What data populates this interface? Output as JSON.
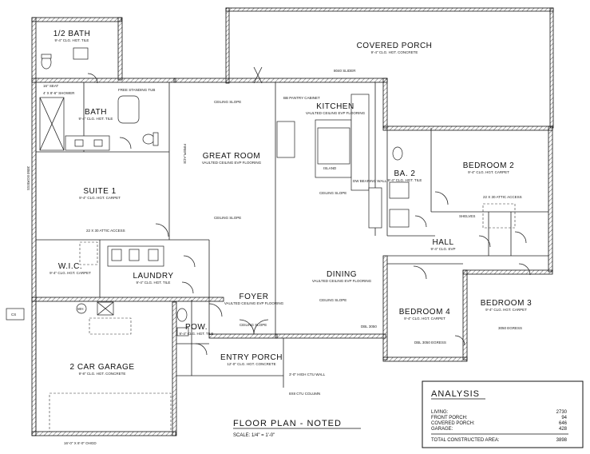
{
  "title": "FLOOR PLAN - NOTED",
  "scale": "SCALE: 1/4\" = 1'-0\"",
  "rooms": {
    "half_bath": {
      "name": "1/2 BATH",
      "note": "9'-4\" CLG. HGT. TILE"
    },
    "bath": {
      "name": "BATH",
      "note": "9'-4\" CLG. HGT. TILE"
    },
    "suite": {
      "name": "SUITE 1",
      "note": "9'-4\" CLG. HGT. CARPET"
    },
    "wic": {
      "name": "W.I.C.",
      "note": "9'-4\" CLG. HGT. CARPET"
    },
    "laundry": {
      "name": "LAUNDRY",
      "note": "9'-4\" CLG. HGT. TILE"
    },
    "great_room": {
      "name": "GREAT ROOM",
      "note": "VAULTED CEILING EVP FLOORING"
    },
    "kitchen": {
      "name": "KITCHEN",
      "note": "VAULTED CEILING EVP FLOORING"
    },
    "covered_porch": {
      "name": "COVERED PORCH",
      "note": "9'-4\" CLG. HGT. CONCRETE"
    },
    "ba2": {
      "name": "BA. 2",
      "note": "9'-4\" CLG. HGT. TILE"
    },
    "bedroom2": {
      "name": "BEDROOM 2",
      "note": "9'-4\" CLG. HGT. CARPET"
    },
    "hall": {
      "name": "HALL",
      "note": "9'-4\" CLG. EVP"
    },
    "bedroom3": {
      "name": "BEDROOM 3",
      "note": "9'-4\" CLG. HGT. CARPET"
    },
    "bedroom4": {
      "name": "BEDROOM 4",
      "note": "9'-4\" CLG. HGT. CARPET"
    },
    "dining": {
      "name": "DINING",
      "note": "VAULTED CEILING EVP FLOORING"
    },
    "foyer": {
      "name": "FOYER",
      "note": "VAULTED CEILING EVP FLOORING"
    },
    "pow": {
      "name": "POW.",
      "note": "9'-4\" CLG. HGT. TILE"
    },
    "entry_porch": {
      "name": "ENTRY PORCH",
      "note": "12'-0\" CLG. HGT. CONCRETE"
    },
    "garage": {
      "name": "2 CAR GARAGE",
      "note": "9'-8\" CLG. HGT. CONCRETE"
    }
  },
  "notes": {
    "ceiling_slope_1": "CEILING SLOPE",
    "ceiling_slope_2": "CEILING SLOPE",
    "ceiling_slope_3": "CEILING SLOPE",
    "ceiling_slope_4": "CEILING SLOPE",
    "ceiling_slope_5": "CEILING SLOPE",
    "fireplace": "FIREPLACE",
    "attic_access_1": "22 X 30 ATTIC ACCESS",
    "attic_access_2": "22 X 30 ATTIC ACCESS",
    "pantry": "BB PANTRY CABINET",
    "slider": "8040 SLIDER",
    "island": "ISLAND",
    "bearing_wall": "DW BEARING WALL",
    "shelves": "SHELVES",
    "freestanding_tub": "FREE STANDING TUB",
    "shower": "4' X 8'-6\" SHOWER",
    "seat": "16\" SEAT",
    "garage_door": "16'-0\" X 8'-0\" OHGD",
    "wall_height": "3'-0\" HIGH CTU WALL",
    "column": "8X8 CTU COLUMN",
    "cs": "CS",
    "wh": "WH",
    "egress_1": "3050 EGRESS",
    "egress_2": "3050 EGRESS",
    "egress_3": "DBL 3050 EGRESS",
    "dbl_3050": "DBL 3050"
  },
  "analysis": {
    "title": "ANALYSIS",
    "rows": [
      {
        "label": "LIVING:",
        "value": "2730"
      },
      {
        "label": "FRONT PORCH:",
        "value": "94"
      },
      {
        "label": "COVERED PORCH:",
        "value": "646"
      },
      {
        "label": "GARAGE:",
        "value": "428"
      }
    ],
    "total_label": "TOTAL CONSTRUCTED AREA:",
    "total_value": "3898"
  }
}
